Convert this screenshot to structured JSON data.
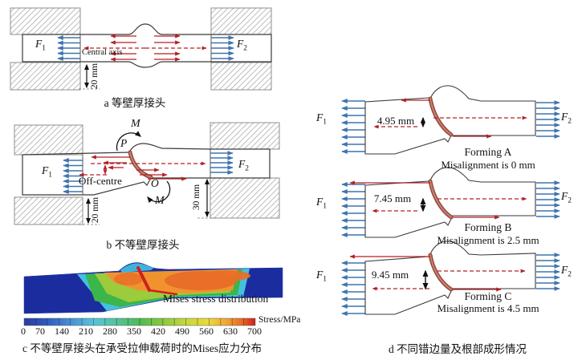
{
  "figure": {
    "force_left": {
      "base": "F",
      "sub": "1"
    },
    "force_right": {
      "base": "F",
      "sub": "2"
    },
    "panel_a": {
      "caption": "a 等壁厚接头",
      "central_axis_label": "Central axis",
      "thickness_label": "20 mm"
    },
    "panel_b": {
      "caption": "b 不等壁厚接头",
      "off_centre_label": "Off-centre",
      "moment_label": "M",
      "point_top": "P",
      "point_bottom": "O",
      "thickness_left": "20 mm",
      "thickness_right": "30 mm"
    },
    "panel_c": {
      "caption": "c 不等壁厚接头在承受拉伸载荷时的Mises应力分布",
      "plot_label": "Mises stress distribution",
      "colorbar_unit": "Stress/MPa",
      "colorbar_ticks": [
        "0",
        "70",
        "140",
        "210",
        "280",
        "350",
        "420",
        "490",
        "560",
        "630",
        "700"
      ]
    },
    "panel_d": {
      "caption": "d 不同错边量及根部成形情况",
      "formings": [
        {
          "offset": "4.95 mm",
          "name": "Forming A",
          "misalignment": "Misalignment is 0 mm"
        },
        {
          "offset": "7.45 mm",
          "name": "Forming B",
          "misalignment": "Misalignment is 2.5 mm"
        },
        {
          "offset": "9.45 mm",
          "name": "Forming C",
          "misalignment": "Misalignment is 4.5 mm"
        }
      ]
    },
    "colors": {
      "force_arrow_blue": "#3f74ae",
      "load_arrow_red": "#b32025",
      "weld_seam_brown": "#9a4a3d",
      "stress_min_blue": "#1b2d9e",
      "stress_max_red": "#cf1f1f"
    }
  }
}
